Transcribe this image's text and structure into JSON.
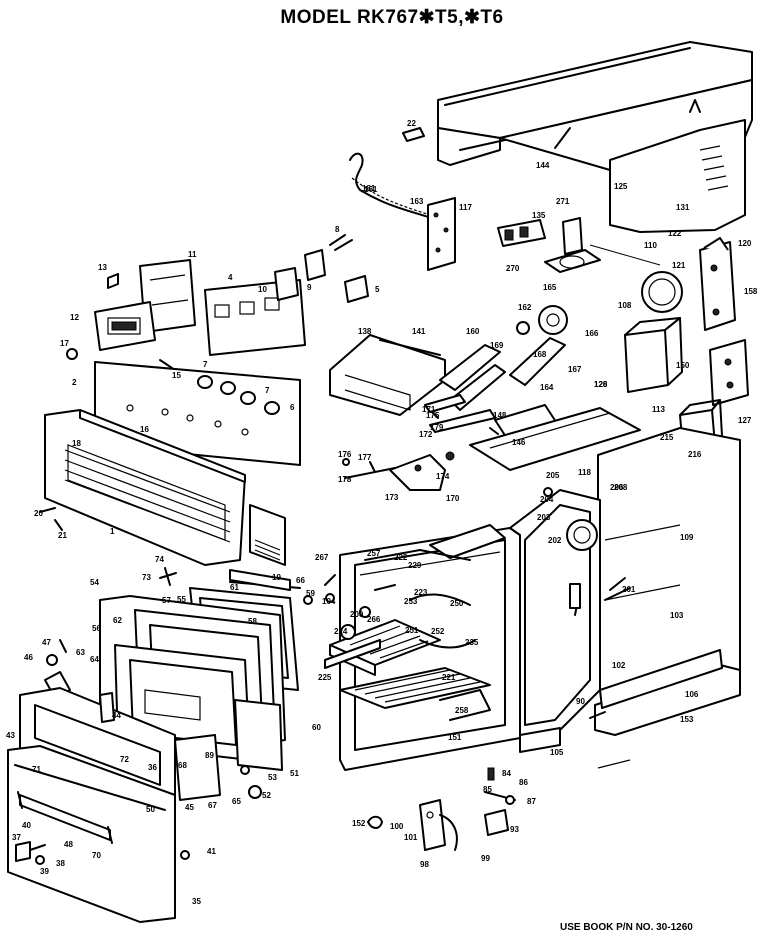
{
  "title": "MODEL RK767✱T5,✱T6",
  "footer": "USE BOOK P/N NO. 30-1260",
  "parts": [
    {
      "id": "p1",
      "label": "1"
    },
    {
      "id": "p2",
      "label": "2"
    },
    {
      "id": "p4",
      "label": "4"
    },
    {
      "id": "p5",
      "label": "5"
    },
    {
      "id": "p6",
      "label": "6"
    },
    {
      "id": "p7a",
      "label": "7"
    },
    {
      "id": "p7b",
      "label": "7"
    },
    {
      "id": "p8",
      "label": "8"
    },
    {
      "id": "p9",
      "label": "9"
    },
    {
      "id": "p10",
      "label": "10"
    },
    {
      "id": "p11",
      "label": "11"
    },
    {
      "id": "p12",
      "label": "12"
    },
    {
      "id": "p13",
      "label": "13"
    },
    {
      "id": "p15",
      "label": "15"
    },
    {
      "id": "p16",
      "label": "16"
    },
    {
      "id": "p17",
      "label": "17"
    },
    {
      "id": "p18",
      "label": "18"
    },
    {
      "id": "p19",
      "label": "19"
    },
    {
      "id": "p20",
      "label": "20"
    },
    {
      "id": "p21",
      "label": "21"
    },
    {
      "id": "p22",
      "label": "22"
    },
    {
      "id": "p35",
      "label": "35"
    },
    {
      "id": "p36",
      "label": "36"
    },
    {
      "id": "p37",
      "label": "37"
    },
    {
      "id": "p38",
      "label": "38"
    },
    {
      "id": "p39",
      "label": "39"
    },
    {
      "id": "p40",
      "label": "40"
    },
    {
      "id": "p41",
      "label": "41"
    },
    {
      "id": "p43",
      "label": "43"
    },
    {
      "id": "p44",
      "label": "44"
    },
    {
      "id": "p45",
      "label": "45"
    },
    {
      "id": "p46",
      "label": "46"
    },
    {
      "id": "p47",
      "label": "47"
    },
    {
      "id": "p48",
      "label": "48"
    },
    {
      "id": "p50",
      "label": "50"
    },
    {
      "id": "p51",
      "label": "51"
    },
    {
      "id": "p52",
      "label": "52"
    },
    {
      "id": "p53",
      "label": "53"
    },
    {
      "id": "p54",
      "label": "54"
    },
    {
      "id": "p55",
      "label": "55"
    },
    {
      "id": "p56",
      "label": "56"
    },
    {
      "id": "p57",
      "label": "57"
    },
    {
      "id": "p58",
      "label": "58"
    },
    {
      "id": "p59",
      "label": "59"
    },
    {
      "id": "p60",
      "label": "60"
    },
    {
      "id": "p61",
      "label": "61"
    },
    {
      "id": "p62",
      "label": "62"
    },
    {
      "id": "p63",
      "label": "63"
    },
    {
      "id": "p64",
      "label": "64"
    },
    {
      "id": "p65",
      "label": "65"
    },
    {
      "id": "p66",
      "label": "66"
    },
    {
      "id": "p67",
      "label": "67"
    },
    {
      "id": "p68",
      "label": "68"
    },
    {
      "id": "p70",
      "label": "70"
    },
    {
      "id": "p71",
      "label": "71"
    },
    {
      "id": "p72",
      "label": "72"
    },
    {
      "id": "p73",
      "label": "73"
    },
    {
      "id": "p74",
      "label": "74"
    },
    {
      "id": "p84",
      "label": "84"
    },
    {
      "id": "p85",
      "label": "85"
    },
    {
      "id": "p86",
      "label": "86"
    },
    {
      "id": "p87",
      "label": "87"
    },
    {
      "id": "p89",
      "label": "89"
    },
    {
      "id": "p90",
      "label": "90"
    },
    {
      "id": "p93",
      "label": "93"
    },
    {
      "id": "p98",
      "label": "98"
    },
    {
      "id": "p99",
      "label": "99"
    },
    {
      "id": "p100",
      "label": "100"
    },
    {
      "id": "p101",
      "label": "101"
    },
    {
      "id": "p102",
      "label": "102"
    },
    {
      "id": "p103",
      "label": "103"
    },
    {
      "id": "p104",
      "label": "104"
    },
    {
      "id": "p105",
      "label": "105"
    },
    {
      "id": "p106",
      "label": "106"
    },
    {
      "id": "p108",
      "label": "108"
    },
    {
      "id": "p109",
      "label": "109"
    },
    {
      "id": "p110",
      "label": "110"
    },
    {
      "id": "p113",
      "label": "113"
    },
    {
      "id": "p117",
      "label": "117"
    },
    {
      "id": "p118",
      "label": "118"
    },
    {
      "id": "p120",
      "label": "120"
    },
    {
      "id": "p121",
      "label": "121"
    },
    {
      "id": "p122",
      "label": "122"
    },
    {
      "id": "p125",
      "label": "125"
    },
    {
      "id": "p126",
      "label": "126"
    },
    {
      "id": "p127",
      "label": "127"
    },
    {
      "id": "p128",
      "label": "128"
    },
    {
      "id": "p131",
      "label": "131"
    },
    {
      "id": "p135",
      "label": "135"
    },
    {
      "id": "p138",
      "label": "138"
    },
    {
      "id": "p141",
      "label": "141"
    },
    {
      "id": "p144",
      "label": "144"
    },
    {
      "id": "p146",
      "label": "146"
    },
    {
      "id": "p148",
      "label": "148"
    },
    {
      "id": "p150",
      "label": "150"
    },
    {
      "id": "p151",
      "label": "151"
    },
    {
      "id": "p152",
      "label": "152"
    },
    {
      "id": "p153",
      "label": "153"
    },
    {
      "id": "p158",
      "label": "158"
    },
    {
      "id": "p160",
      "label": "160"
    },
    {
      "id": "p161",
      "label": "161"
    },
    {
      "id": "p162",
      "label": "162"
    },
    {
      "id": "p163",
      "label": "163"
    },
    {
      "id": "p164",
      "label": "164"
    },
    {
      "id": "p165",
      "label": "165"
    },
    {
      "id": "p166",
      "label": "166"
    },
    {
      "id": "p167",
      "label": "167"
    },
    {
      "id": "p168",
      "label": "168"
    },
    {
      "id": "p169",
      "label": "169"
    },
    {
      "id": "p170",
      "label": "170"
    },
    {
      "id": "p171",
      "label": "171"
    },
    {
      "id": "p172",
      "label": "172"
    },
    {
      "id": "p173",
      "label": "173"
    },
    {
      "id": "p174",
      "label": "174"
    },
    {
      "id": "p175",
      "label": "175"
    },
    {
      "id": "p176",
      "label": "176"
    },
    {
      "id": "p177",
      "label": "177"
    },
    {
      "id": "p178",
      "label": "178"
    },
    {
      "id": "p179",
      "label": "179"
    },
    {
      "id": "p181",
      "label": "181"
    },
    {
      "id": "p200",
      "label": "200"
    },
    {
      "id": "p201",
      "label": "201"
    },
    {
      "id": "p202",
      "label": "202"
    },
    {
      "id": "p203",
      "label": "203"
    },
    {
      "id": "p204",
      "label": "204"
    },
    {
      "id": "p205",
      "label": "205"
    },
    {
      "id": "p206",
      "label": "206"
    },
    {
      "id": "p208",
      "label": "208"
    },
    {
      "id": "p215",
      "label": "215"
    },
    {
      "id": "p216",
      "label": "216"
    },
    {
      "id": "p221",
      "label": "221"
    },
    {
      "id": "p222",
      "label": "222"
    },
    {
      "id": "p223",
      "label": "223"
    },
    {
      "id": "p224",
      "label": "224"
    },
    {
      "id": "p225",
      "label": "225"
    },
    {
      "id": "p229",
      "label": "229"
    },
    {
      "id": "p235",
      "label": "235"
    },
    {
      "id": "p250",
      "label": "250"
    },
    {
      "id": "p251",
      "label": "251"
    },
    {
      "id": "p252",
      "label": "252"
    },
    {
      "id": "p253",
      "label": "253"
    },
    {
      "id": "p257",
      "label": "257"
    },
    {
      "id": "p258",
      "label": "258"
    },
    {
      "id": "p266",
      "label": "266"
    },
    {
      "id": "p267",
      "label": "267"
    },
    {
      "id": "p270",
      "label": "270"
    },
    {
      "id": "p271",
      "label": "271"
    }
  ]
}
